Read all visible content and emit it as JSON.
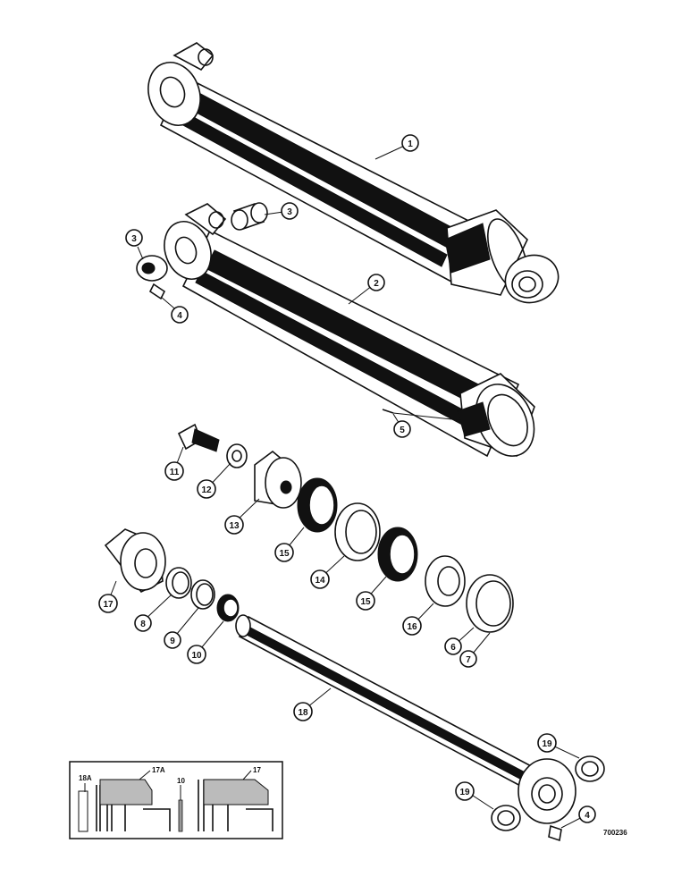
{
  "callouts": {
    "c1": "1",
    "c2": "2",
    "c3a": "3",
    "c3b": "3",
    "c4a": "4",
    "c4b": "4",
    "c5": "5",
    "c6": "6",
    "c7": "7",
    "c8": "8",
    "c9": "9",
    "c10": "10",
    "c11": "11",
    "c12": "12",
    "c13": "13",
    "c14": "14",
    "c15a": "15",
    "c15b": "15",
    "c16": "16",
    "c17": "17",
    "c18": "18",
    "c19a": "19",
    "c19b": "19"
  },
  "inset": {
    "label_18a": "18A",
    "label_17a": "17A",
    "label_10": "10",
    "label_17": "17"
  },
  "figure_number": "700236"
}
